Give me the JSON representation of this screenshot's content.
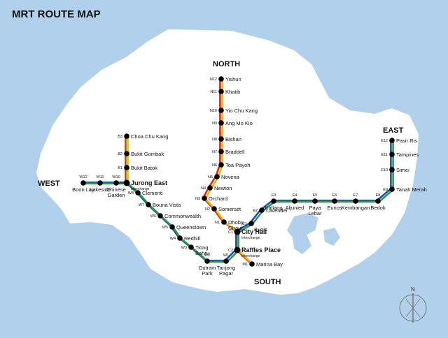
{
  "title": "MRT ROUTE MAP",
  "regions": {
    "north": "NORTH",
    "south": "SOUTH",
    "east": "EAST",
    "west": "WEST"
  },
  "compass_label": "N",
  "line_colors": {
    "north_south_a": "#e2231a",
    "north_south_b": "#f2b600",
    "east_west_a": "#1a4fb5",
    "east_west_b": "#2e9b3b",
    "bukit_panjang": "#9a5a1e",
    "land": "#ffffff",
    "water": "#b0d0ec"
  },
  "stations": {
    "n12": {
      "code": "N12",
      "name": "Yishun"
    },
    "n11": {
      "code": "N11",
      "name": "Khatib"
    },
    "n10": {
      "code": "N10",
      "name": "Yio Chu Kang"
    },
    "n9": {
      "code": "N9",
      "name": "Ang Mo Kio"
    },
    "n8": {
      "code": "N8",
      "name": "Bishan"
    },
    "n7": {
      "code": "N7",
      "name": "Braddell"
    },
    "n6": {
      "code": "N6",
      "name": "Toa Payoh"
    },
    "n5": {
      "code": "N5",
      "name": "Novena"
    },
    "n4": {
      "code": "N4",
      "name": "Newton"
    },
    "n3": {
      "code": "N3",
      "name": "Orchard"
    },
    "n2": {
      "code": "N2",
      "name": "Somerset"
    },
    "n1": {
      "code": "N1",
      "name": "Dhoby",
      "name2": "Ghaut"
    },
    "b3": {
      "code": "B3",
      "name": "Choa Chu Kang"
    },
    "b2": {
      "code": "B2",
      "name": "Bukit Gombak"
    },
    "b1": {
      "code": "B1",
      "name": "Bukit Batok"
    },
    "w12": {
      "code": "W12",
      "name": "Boon Lay"
    },
    "w11": {
      "code": "W11",
      "name": "Lakeside"
    },
    "w10": {
      "code": "W10",
      "name": "Chinese",
      "name2": "Garden"
    },
    "w9": {
      "code": "W9",
      "name": "Jurong East",
      "sub": "Interchange"
    },
    "w8": {
      "code": "W8",
      "name": "Clementi"
    },
    "w7": {
      "code": "W7",
      "name": "Bouna Vista"
    },
    "w6": {
      "code": "W6",
      "name": "Commonwealth"
    },
    "w5": {
      "code": "W5",
      "name": "Queenstown"
    },
    "w4": {
      "code": "W4",
      "name": "Redhill"
    },
    "w3": {
      "code": "W3",
      "name": "Tiong",
      "name2": "Bahru"
    },
    "w2": {
      "code": "W2",
      "name": "Outram",
      "name2": "Park"
    },
    "w1": {
      "code": "W1",
      "name": "Tanjong",
      "name2": "Pagar"
    },
    "c1": {
      "code": "C1",
      "name": "City Hall",
      "sub": "Interchange"
    },
    "c2": {
      "code": "C2",
      "name": "Raffles Place",
      "sub": "Interchange"
    },
    "m1": {
      "code": "M1",
      "name": "Marina Bay"
    },
    "e1": {
      "code": "E1",
      "name": "Bugis"
    },
    "e2": {
      "code": "E2",
      "name": "Lavender"
    },
    "e3": {
      "code": "E3",
      "name": "Kallang"
    },
    "e4": {
      "code": "E4",
      "name": "Aljunied"
    },
    "e5": {
      "code": "E5",
      "name": "Paya",
      "name2": "Lebar"
    },
    "e6": {
      "code": "E6",
      "name": "Eunos"
    },
    "e7": {
      "code": "E7",
      "name": "Kembangan"
    },
    "e8": {
      "code": "E8",
      "name": "Bedok"
    },
    "e9": {
      "code": "E9",
      "name": "Tanah Merah"
    },
    "e10": {
      "code": "E10",
      "name": "Simei"
    },
    "e11": {
      "code": "E11",
      "name": "Tampines"
    },
    "e12": {
      "code": "E12",
      "name": "Pasir Ris"
    }
  }
}
